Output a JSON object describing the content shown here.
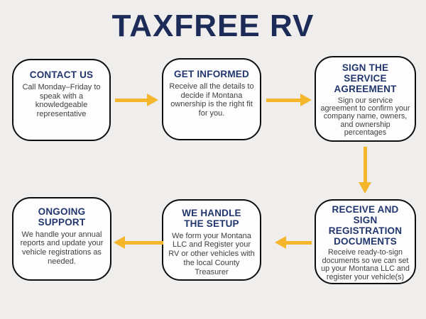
{
  "page": {
    "title": "TAXFREE RV"
  },
  "colors": {
    "page_bg": "#efeeec",
    "box_bg": "#fdfdfd",
    "box_border": "#0e0e0e",
    "heading_navy": "#21366e",
    "title_navy": "#1c2b57",
    "body_gray": "#3f3f3f",
    "arrow_yellow": "#f5b62b"
  },
  "steps": [
    {
      "title": "CONTACT US",
      "description": "Call Monday–Friday to speak with a knowledgeable representative"
    },
    {
      "title": "GET INFORMED",
      "description": "Receive all the details to decide if Montana ownership is the right fit for you."
    },
    {
      "title": "SIGN THE\nSERVICE\nAGREEMENT",
      "description": "Sign our service agreement to confirm your company name, owners, and ownership percentages"
    },
    {
      "title": "RECEIVE AND\nSIGN\nREGISTRATION\nDOCUMENTS",
      "description": "Receive ready-to-sign documents so we can set up your Montana LLC and register your vehicle(s)"
    },
    {
      "title": "WE HANDLE\nTHE SETUP",
      "description": "We form your Montana LLC and Register your RV or other vehicles with the local County Treasurer"
    },
    {
      "title": "ONGOING\nSUPPORT",
      "description": "We handle your annual reports and update your vehicle registrations as needed."
    }
  ],
  "icons": {
    "arrow_right": "→",
    "arrow_left": "←",
    "arrow_down": "↓"
  }
}
